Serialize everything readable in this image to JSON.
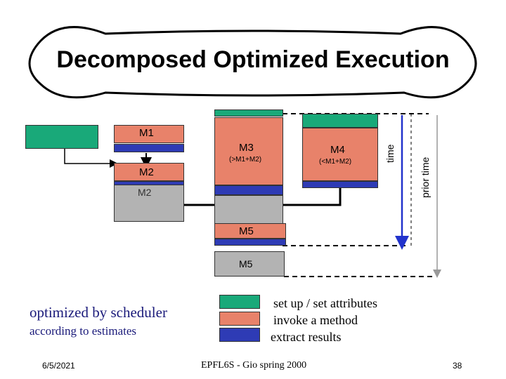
{
  "slide": {
    "title": "Decomposed Optimized Execution",
    "date": "6/5/2021",
    "footer": "EPFL6S - Gio spring 2000",
    "page_number": "38"
  },
  "diagram": {
    "m1_label": "M1",
    "m2_label": "M2",
    "m2_ghost_label": "M2",
    "m3_label": "M3",
    "m3_sublabel": "(>M1+M2)",
    "m4_label": "M4",
    "m4_sublabel": "(<M1+M2)",
    "m5_label": "M5",
    "m5_prior_label": "M5",
    "time_label": "time",
    "prior_time_label": "prior time"
  },
  "legend": {
    "items": [
      {
        "label": "set up / set attributes",
        "color": "#19a979"
      },
      {
        "label": "invoke a method",
        "color": "#e8826a"
      },
      {
        "label": "extract results",
        "color": "#2e3bb5"
      }
    ]
  },
  "notes": {
    "line1": "optimized by scheduler",
    "line2": "according to estimates"
  },
  "colors": {
    "setup": "#19a979",
    "invoke": "#e8826a",
    "extract": "#2e3bb5",
    "gray": "#b3b3b3",
    "time_arrow": "#2233cc",
    "prior_arrow": "#999999"
  }
}
